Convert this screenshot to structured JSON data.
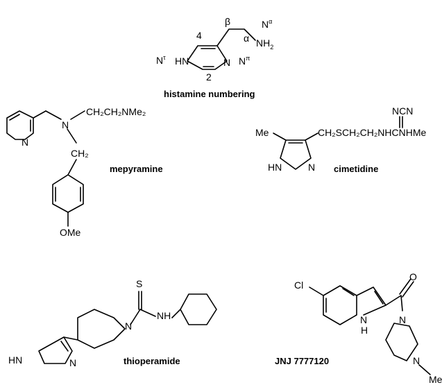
{
  "histamine": {
    "pos_4": "4",
    "pos_2": "2",
    "beta": "β",
    "alpha": "α",
    "n_alpha": "N",
    "n_alpha_sup": "α",
    "nh2": "NH",
    "nh2_sub": "2",
    "n_tau": "N",
    "n_tau_sup": "τ",
    "hn": "HN",
    "n_ring": "N",
    "n_pi": "N",
    "n_pi_sup": "π",
    "caption": "histamine numbering"
  },
  "mepyramine": {
    "pyridine_n": "N",
    "amine_n": "N",
    "chain": "CH₂CH₂NMe₂",
    "ch2": "CH₂",
    "ome": "OMe",
    "name": "mepyramine"
  },
  "cimetidine": {
    "me": "Me",
    "hn": "HN",
    "n": "N",
    "ncn": "NCN",
    "chain": "CH₂SCH₂CH₂NHCNHMe",
    "name": "cimetidine"
  },
  "thioperamide": {
    "s": "S",
    "n_pip": "N",
    "nh": "NH",
    "hn": "HN",
    "n_im": "N",
    "name": "thioperamide"
  },
  "jnj": {
    "cl": "Cl",
    "n_indole": "N",
    "h_indole": "H",
    "o": "O",
    "n_pip1": "N",
    "n_pip2": "N",
    "me": "Me",
    "name": "JNJ 7777120"
  }
}
